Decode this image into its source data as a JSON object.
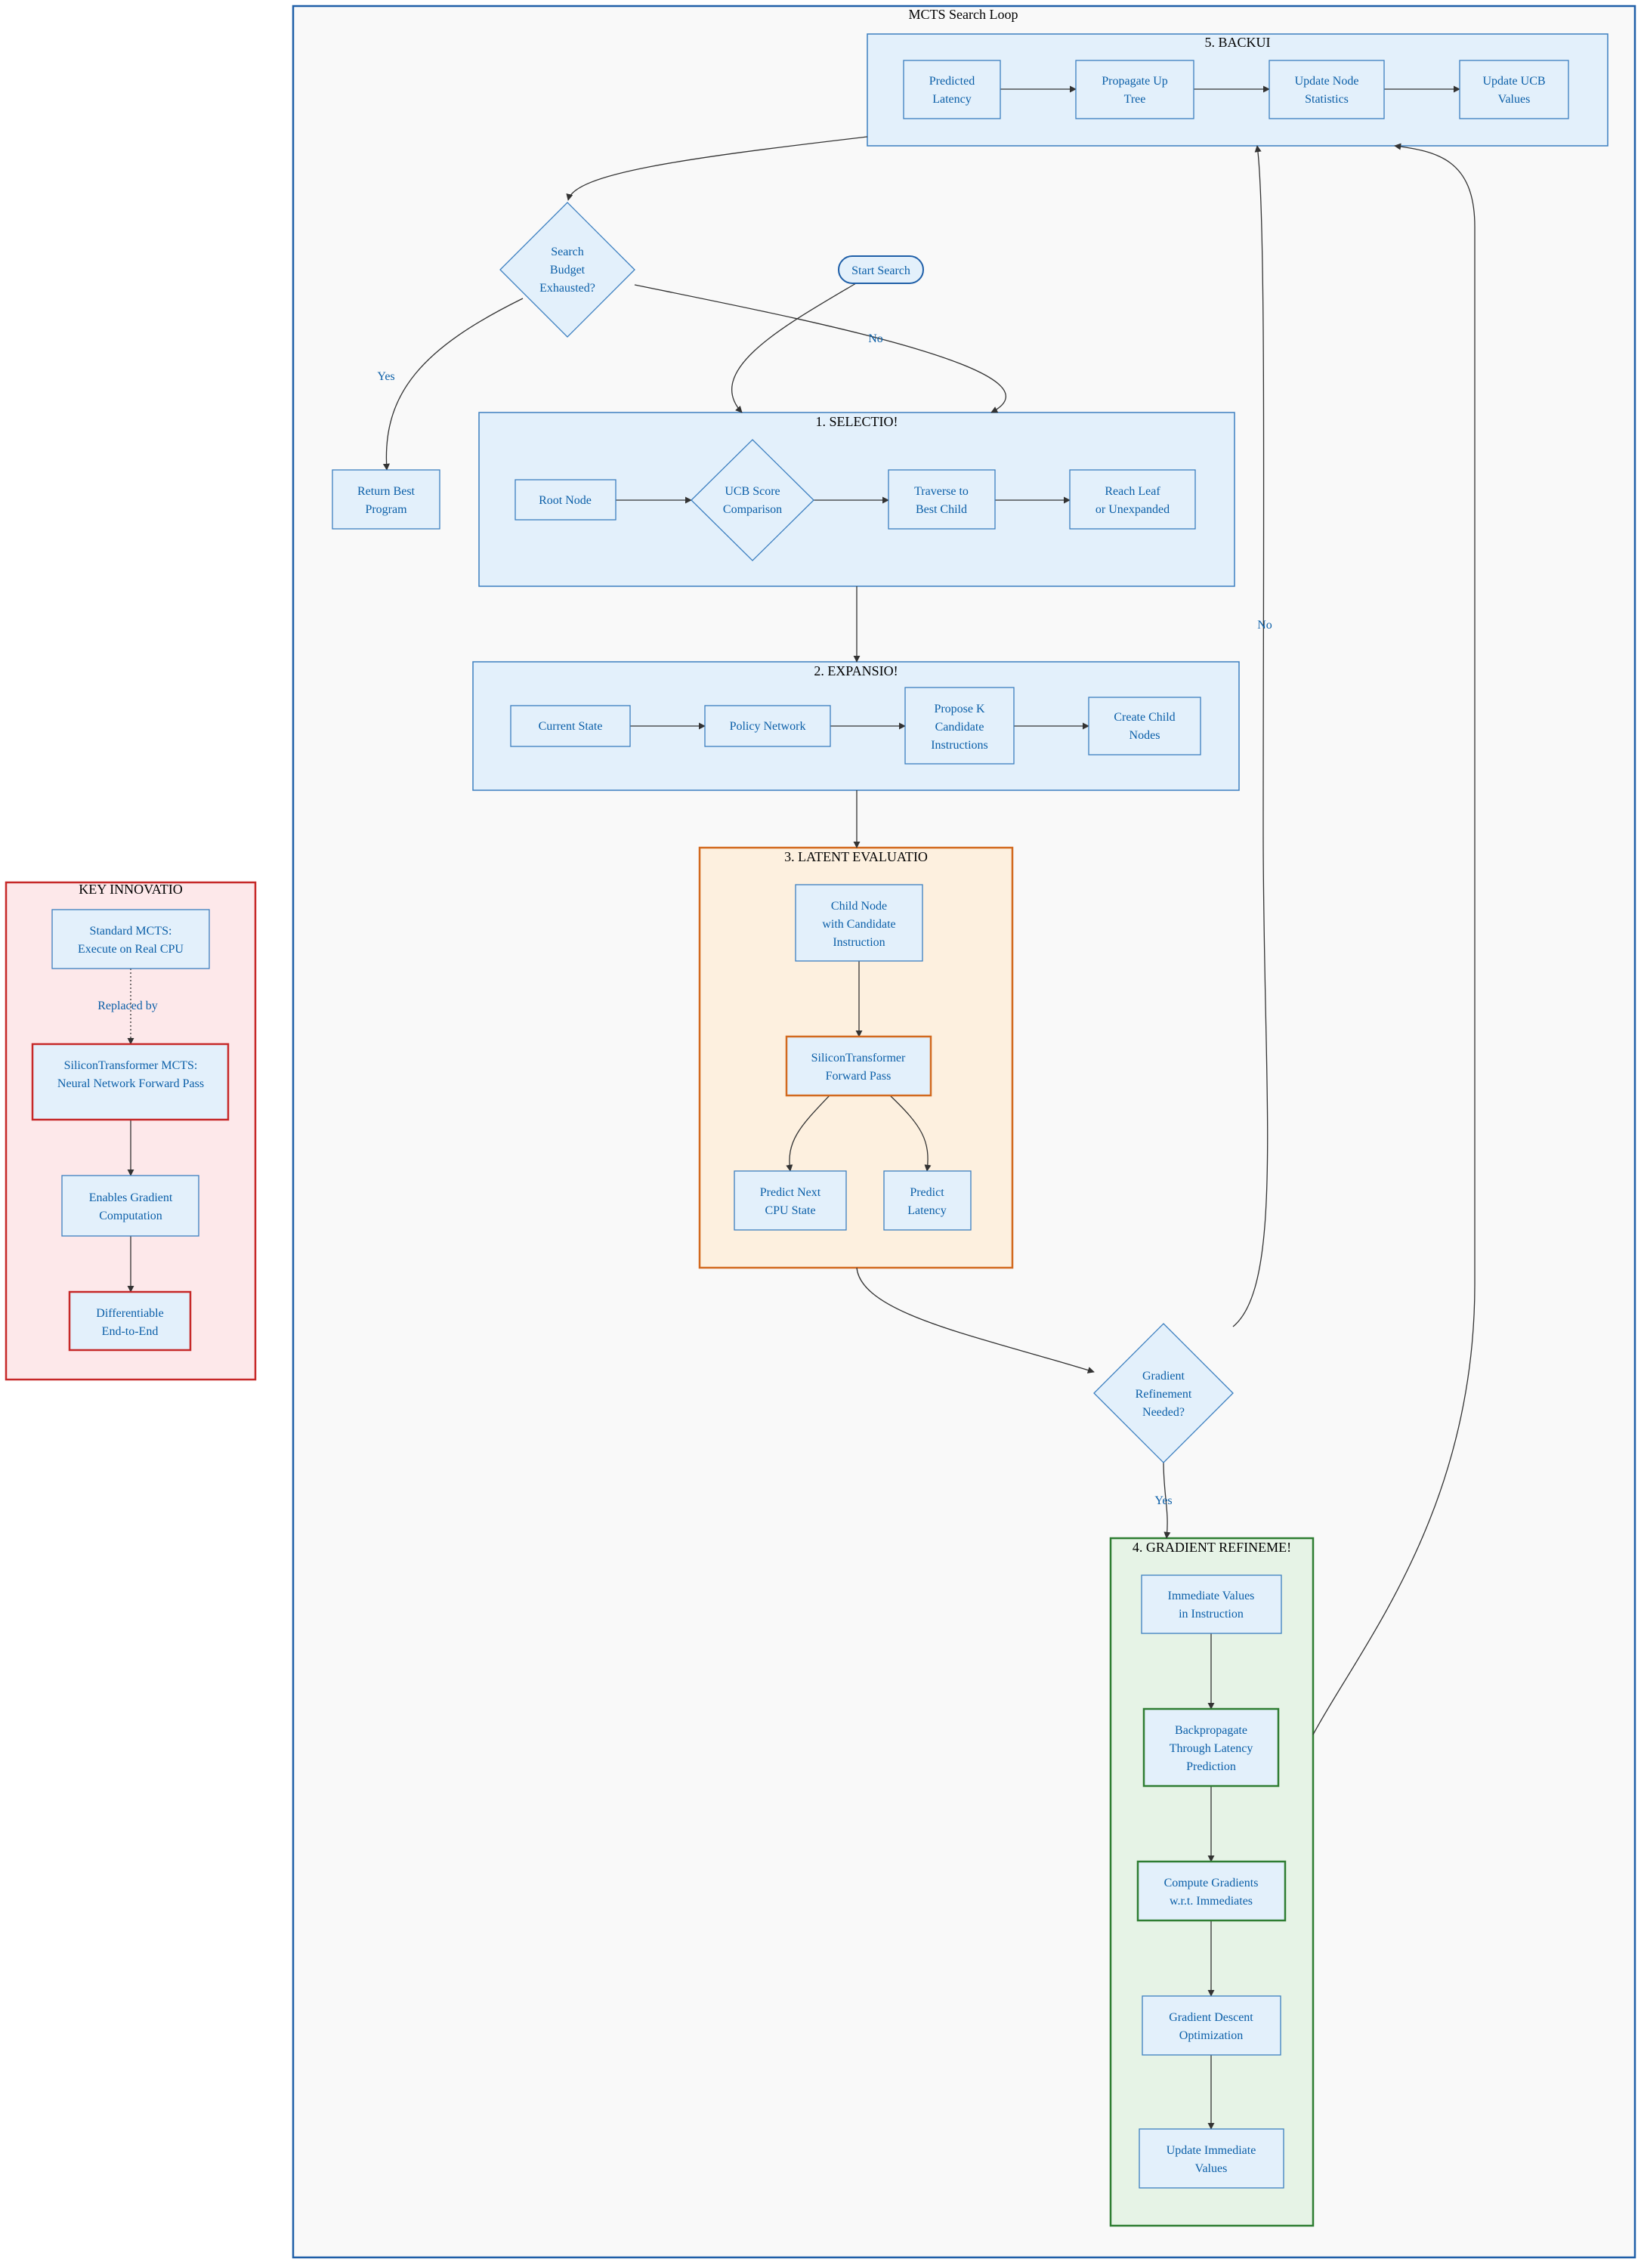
{
  "diagram": {
    "clusters": {
      "main": "MCTS Search Loop",
      "backup": "5. BACKUI",
      "selection": "1. SELECTIO!",
      "expansion": "2. EXPANSIO!",
      "latent": "3. LATENT EVALUATIO",
      "gradient": "4. GRADIENT REFINEME!",
      "key": "KEY INNOVATIO"
    },
    "nodes": {
      "predicted_latency": [
        "Predicted",
        "Latency"
      ],
      "propagate_up_tree": [
        "Propagate Up",
        "Tree"
      ],
      "update_node_stats": [
        "Update Node",
        "Statistics"
      ],
      "update_ucb": [
        "Update UCB",
        "Values"
      ],
      "search_budget": [
        "Search",
        "Budget",
        "Exhausted?"
      ],
      "start_search": [
        "Start Search"
      ],
      "return_best": [
        "Return Best",
        "Program"
      ],
      "root_node": [
        "Root Node"
      ],
      "ucb_score": [
        "UCB Score",
        "Comparison"
      ],
      "traverse": [
        "Traverse to",
        "Best Child"
      ],
      "reach_leaf": [
        "Reach Leaf",
        "or Unexpanded"
      ],
      "current_state": [
        "Current State"
      ],
      "policy_network": [
        "Policy Network"
      ],
      "propose_k": [
        "Propose K",
        "Candidate",
        "Instructions"
      ],
      "create_child": [
        "Create Child",
        "Nodes"
      ],
      "child_node": [
        "Child Node",
        "with Candidate",
        "Instruction"
      ],
      "silicon_forward": [
        "SiliconTransformer",
        "Forward Pass"
      ],
      "predict_cpu": [
        "Predict Next",
        "CPU State"
      ],
      "predict_latency": [
        "Predict",
        "Latency"
      ],
      "gradient_needed": [
        "Gradient",
        "Refinement",
        "Needed?"
      ],
      "immediate_values": [
        "Immediate Values",
        "in Instruction"
      ],
      "backprop": [
        "Backpropagate",
        "Through Latency",
        "Prediction"
      ],
      "compute_gradients": [
        "Compute Gradients",
        "w.r.t. Immediates"
      ],
      "gradient_descent": [
        "Gradient Descent",
        "Optimization"
      ],
      "update_immediate": [
        "Update Immediate",
        "Values"
      ],
      "standard_mcts": [
        "Standard MCTS:",
        "Execute on Real CPU"
      ],
      "silicon_mcts": [
        "SiliconTransformer MCTS:",
        "Neural Network Forward Pass"
      ],
      "enables_gradient": [
        "Enables Gradient",
        "Computation"
      ],
      "differentiable": [
        "Differentiable",
        "End-to-End"
      ]
    },
    "edge_labels": {
      "budget_no": "No",
      "budget_yes": "Yes",
      "gradient_no": "No",
      "gradient_yes": "Yes",
      "replaced_by": "Replaced by"
    },
    "colors": {
      "node_fill": "#e3f0fb",
      "node_stroke": "#3c7fc0",
      "node_text": "#0b5fa8",
      "main_stroke": "#1f5fa8",
      "latent_stroke": "#d2691e",
      "latent_fill": "#fdf0df",
      "gradient_stroke": "#2e7d32",
      "gradient_fill": "#e6f3e6",
      "key_stroke": "#c62828",
      "key_fill": "#fde8ea"
    }
  }
}
